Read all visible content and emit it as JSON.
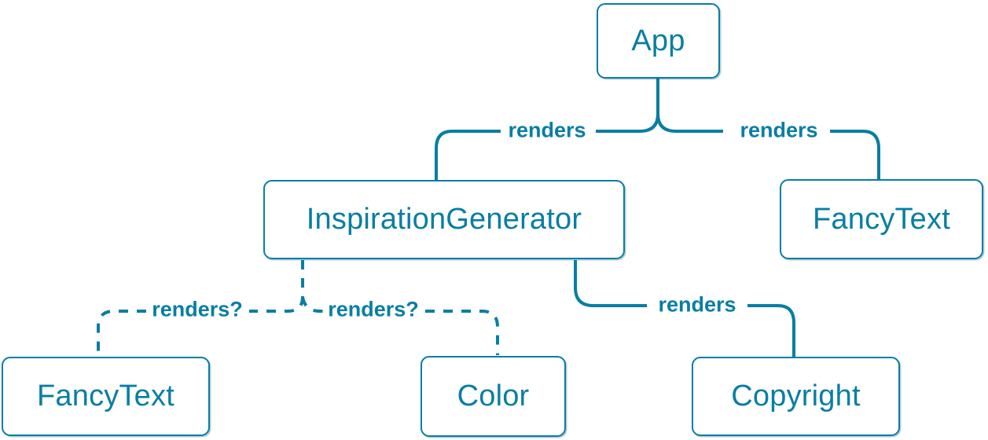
{
  "diagram": {
    "type": "render-tree",
    "accent_color": "#087ea4",
    "background_color": "#ffffff",
    "nodes": [
      {
        "id": "app",
        "label": "App"
      },
      {
        "id": "inspiration-generator",
        "label": "InspirationGenerator"
      },
      {
        "id": "fancy-text-top",
        "label": "FancyText"
      },
      {
        "id": "fancy-text-bottom",
        "label": "FancyText"
      },
      {
        "id": "color",
        "label": "Color"
      },
      {
        "id": "copyright",
        "label": "Copyright"
      }
    ],
    "edges": [
      {
        "from": "App",
        "to": "InspirationGenerator",
        "label": "renders",
        "style": "solid"
      },
      {
        "from": "App",
        "to": "FancyText",
        "label": "renders",
        "style": "solid"
      },
      {
        "from": "InspirationGenerator",
        "to": "FancyText",
        "label": "renders?",
        "style": "dashed"
      },
      {
        "from": "InspirationGenerator",
        "to": "Color",
        "label": "renders?",
        "style": "dashed"
      },
      {
        "from": "InspirationGenerator",
        "to": "Copyright",
        "label": "renders",
        "style": "solid"
      }
    ]
  }
}
